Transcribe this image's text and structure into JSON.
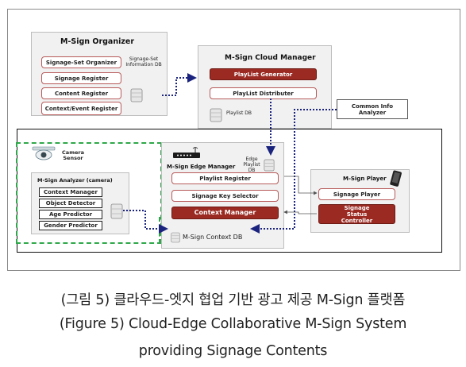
{
  "organizer": {
    "title": "M-Sign Organizer",
    "items": [
      "Signage-Set Organizer",
      "Signage Register",
      "Content Register",
      "Context/Event Register"
    ],
    "db_label": "Signage-Set Information DB"
  },
  "cloud": {
    "title": "M-Sign Cloud Manager",
    "generator": "PlayList Generator",
    "distributor": "PlayList Distributer",
    "db_label": "Playlist DB"
  },
  "common_info": "Common Info Analyzer",
  "camera": {
    "label": "Camera Sensor"
  },
  "analyzer": {
    "title": "M-Sign Analyzer (camera)",
    "items": [
      "Context Manager",
      "Object Detector",
      "Age Predictor",
      "Gender Predictor"
    ]
  },
  "edge": {
    "title": "M-Sign Edge Manager",
    "db_label": "Edge Playlist DB",
    "items": [
      "Playlist Register",
      "Signage Key Selector"
    ],
    "context_manager": "Context Manager",
    "context_db": "M-Sign Context DB"
  },
  "player": {
    "title": "M-Sign Player",
    "signage_player": "Signage Player",
    "status_controller": "Signage Status Controller"
  },
  "caption": {
    "line1": "(그림 5)  클라우드-엣지 협업 기반 광고 제공 M-Sign 플랫폼",
    "line2": "(Figure 5) Cloud-Edge Collaborative M-Sign System",
    "line3": "providing Signage Contents"
  },
  "colors": {
    "red": "#9a2a22",
    "dotted_blue": "#1a237e",
    "dashed_green": "#2ea84a",
    "gray_box": "#f1f1f1"
  }
}
